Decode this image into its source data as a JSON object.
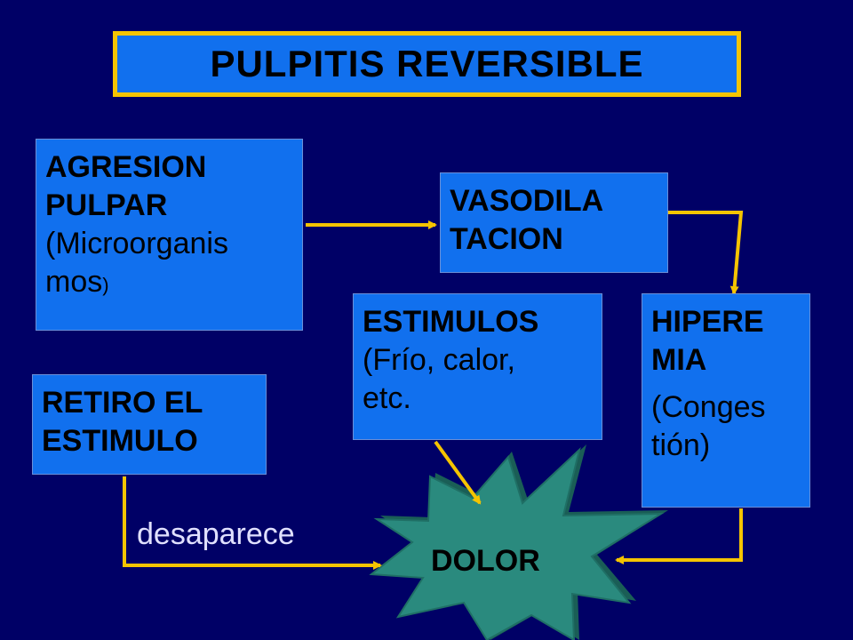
{
  "title": "PULPITIS REVERSIBLE",
  "agresion": {
    "line1": "AGRESION",
    "line2": "PULPAR",
    "line3": "(Microorganis",
    "line4a": "mos",
    "line4b": ")"
  },
  "vasodilatacion": {
    "line1": "VASODILA",
    "line2": "TACION"
  },
  "estimulos": {
    "line1": "ESTIMULOS",
    "line2": "(Frío, calor,",
    "line3": "etc."
  },
  "hiperemia": {
    "line1": "HIPERE",
    "line2": "MIA",
    "line3": "(Conges",
    "line4": "tión)"
  },
  "retiro": {
    "line1": "RETIRO EL",
    "line2": "ESTIMULO"
  },
  "dolor": "DOLOR",
  "desaparece": "desaparece",
  "colors": {
    "background": "#000066",
    "box": "#1170ee",
    "arrow": "#f5c400",
    "burst": "#2a8a7e"
  }
}
